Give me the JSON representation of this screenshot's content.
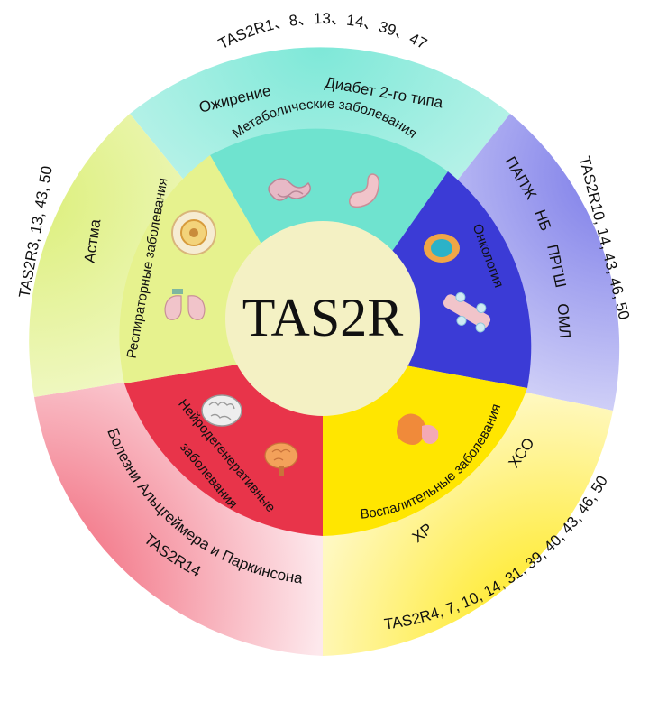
{
  "center": {
    "label": "TAS2R",
    "color": "#f4f1c4"
  },
  "segments": [
    {
      "id": "metabolic",
      "category": "Метаболические заболевания",
      "diseases": [
        "Ожирение",
        "Диабет 2-го типа"
      ],
      "receptors": "TAS2R1、8、13、14、39、47",
      "inner_color": "#6fe3cf",
      "outer_color": "#aef0e4",
      "icons": [
        "intestine-icon",
        "stomach-icon"
      ]
    },
    {
      "id": "oncology",
      "category": "Онкология",
      "diseases": [
        "ПАПЖ",
        "НБ",
        "ПРГШ",
        "ОМЛ"
      ],
      "receptors": "TAS2R10, 14, 43, 46, 50",
      "inner_color": "#3b3bd6",
      "outer_color": "#b8b8f0",
      "icons": [
        "tumor-cell-icon",
        "cancer-cells-icon"
      ]
    },
    {
      "id": "inflammatory",
      "category": "Воспалительные заболевания",
      "diseases": [
        "ХСО",
        "ХР"
      ],
      "receptors": "TAS2R4, 7, 10, 14, 31, 39, 40, 43, 46, 50",
      "inner_color": "#ffe600",
      "outer_color": "#fff08a",
      "icons": [
        "sinus-icon"
      ]
    },
    {
      "id": "neuro",
      "category_lines": [
        "Нейродегенеративные",
        "заболевания"
      ],
      "diseases": [
        "Болезни Альцгеймера и Паркинсона"
      ],
      "receptors": "TAS2R14",
      "inner_color": "#e8344a",
      "outer_color": "#f7a6b2",
      "icons": [
        "brain-icon",
        "brain-neuron-icon"
      ]
    },
    {
      "id": "respiratory",
      "category": "Респираторные заболевания",
      "diseases": [
        "Астма"
      ],
      "receptors": "TAS2R3, 13, 43, 50",
      "inner_color": "#e6f28e",
      "outer_color": "#eef5b0",
      "icons": [
        "airway-cross-section-icon",
        "lungs-icon"
      ]
    }
  ]
}
